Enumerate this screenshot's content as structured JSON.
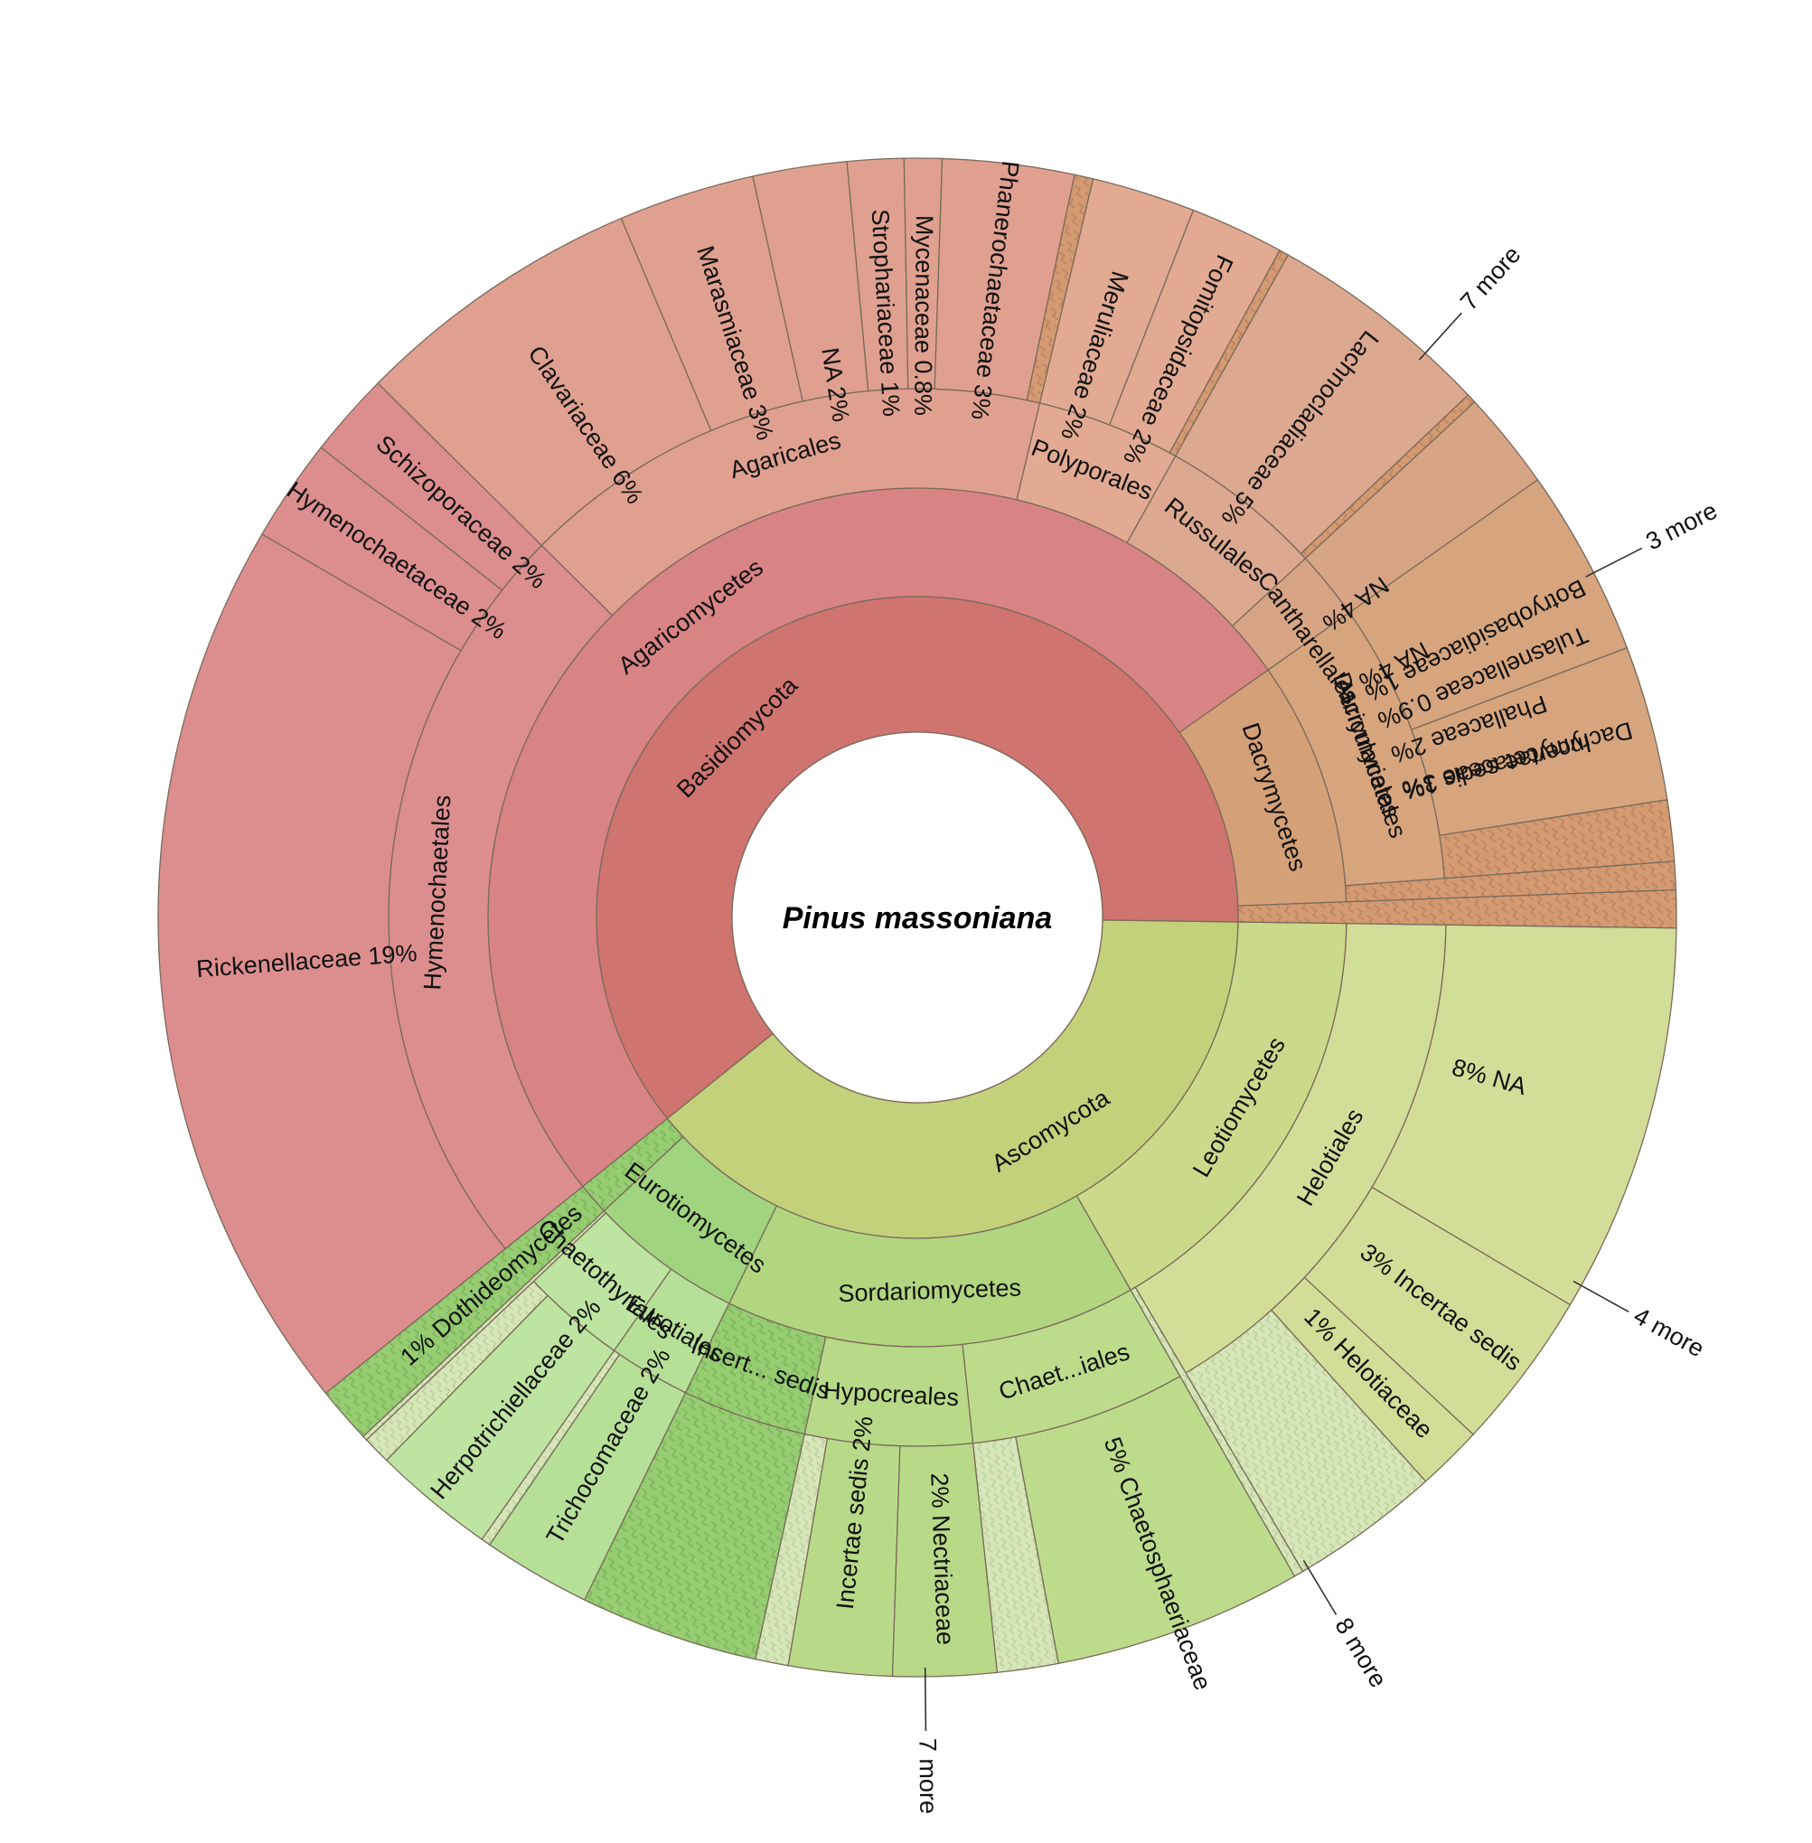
{
  "chart_data": {
    "type": "sunburst",
    "title": "Pinus massoniana",
    "phyla": [
      {
        "name": "Basidiomycota",
        "value": 61,
        "color": "#d07470",
        "classes": [
          {
            "name": "Agaricomycetes",
            "value": 51,
            "color": "#d88484",
            "orders": [
              {
                "name": "Hymenochaetales",
                "value": 23.2,
                "color": "#dc8e8e",
                "families": [
                  {
                    "name": "Rickenellaceae",
                    "pct": "19%",
                    "value": 19.2
                  },
                  {
                    "name": "Hymenochaetaceae",
                    "pct": "2%",
                    "value": 2.2
                  },
                  {
                    "name": "Schizoporaceae",
                    "pct": "2%",
                    "value": 1.8
                  }
                ]
              },
              {
                "name": "Agaricales",
                "value": 16.3,
                "color": "#e0a090",
                "families": [
                  {
                    "name": "Clavariaceae",
                    "pct": "6%",
                    "value": 6.2
                  },
                  {
                    "name": "Marasmiaceae",
                    "pct": "3%",
                    "value": 2.9
                  },
                  {
                    "name": "NA",
                    "pct": "2%",
                    "value": 2.0
                  },
                  {
                    "name": "Strophariaceae",
                    "pct": "1%",
                    "value": 1.2
                  },
                  {
                    "name": "Mycenaceae",
                    "pct": "0.8%",
                    "value": 0.8
                  },
                  {
                    "name": "Phanerochaetaceae",
                    "pct": "3%",
                    "value": 2.8
                  }
                ]
              },
              {
                "name": "Polyporales",
                "value": 4.4,
                "color": "#e2aa92",
                "families": [
                  {
                    "name": "Meruliaceae",
                    "pct": "2%",
                    "value": 2.2
                  },
                  {
                    "name": "Fomitopsidaceae",
                    "pct": "2%",
                    "value": 2.0
                  }
                ]
              },
              {
                "name": "Russulales",
                "value": 5.0,
                "color": "#dca890",
                "families": [
                  {
                    "name": "Lachnocladiaceae",
                    "pct": "5%",
                    "value": 4.8
                  }
                ]
              },
              {
                "name": "Cantharellales",
                "value": 4.0,
                "color": "#d8a486",
                "families": [
                  {
                    "name": "NA",
                    "pct": "4%",
                    "value": 3.9
                  }
                ]
              },
              {
                "name": "Auriculariales",
                "value": 4.3,
                "color": "#dca98a",
                "families": [
                  {
                    "name": "Botryobasidiaceae",
                    "pct": "1%",
                    "value": 1.0
                  },
                  {
                    "name": "Tulasnellaceae",
                    "pct": "0.9%",
                    "value": 0.9
                  },
                  {
                    "name": "Phallaceae",
                    "pct": "2%",
                    "value": 1.4
                  },
                  {
                    "name": "Incertae sedis",
                    "pct": "1%",
                    "value": 1.0
                  }
                ]
              }
            ]
          },
          {
            "name": "Dacrymycetes",
            "value": 9.2,
            "color": "#d4a078",
            "orders": [
              {
                "name": "Dacrymycetales",
                "value": 8.6,
                "color": "#d6a57e",
                "families": [
                  {
                    "name": "NA",
                    "pct": "4%",
                    "value": 4.0
                  },
                  {
                    "name": "Dacrymycetaceae",
                    "pct": "3%",
                    "value": 3.3
                  }
                ]
              }
            ]
          }
        ]
      },
      {
        "name": "Ascomycota",
        "value": 39,
        "color": "#c2d17a",
        "classes": [
          {
            "name": "Leotiomycetes",
            "value": 16.5,
            "color": "#cad98a",
            "orders": [
              {
                "name": "Helotiales",
                "value": 16.3,
                "color": "#d2de98",
                "families": [
                  {
                    "name": "NA",
                    "pct": "8%",
                    "value": 8.3
                  },
                  {
                    "name": "Incertae sedis",
                    "pct": "3%",
                    "value": 3.4
                  },
                  {
                    "name": "Helotiaceae",
                    "pct": "1%",
                    "value": 1.4
                  }
                ]
              }
            ]
          },
          {
            "name": "Sordariomycetes",
            "value": 15.5,
            "color": "#b2d680",
            "orders": [
              {
                "name": "Chaet...iales",
                "value": 6.6,
                "color": "#bcdc8c",
                "families": [
                  {
                    "name": "Chaetosphaeriaceae",
                    "pct": "5%",
                    "value": 5.3
                  }
                ]
              },
              {
                "name": "Hypocreales",
                "value": 5.1,
                "color": "#b8da88",
                "families": [
                  {
                    "name": "Nectriaceae",
                    "pct": "2%",
                    "value": 2.2
                  },
                  {
                    "name": "Incertae sedis",
                    "pct": "2%",
                    "value": 2.2
                  }
                ]
              },
              {
                "name": "Incert... sedis",
                "value": 3.8,
                "color": "#a6d07a",
                "families": []
              }
            ]
          },
          {
            "name": "Eurotiomycetes",
            "value": 5.8,
            "color": "#a0d47e",
            "orders": [
              {
                "name": "Eurotiales",
                "value": 2.5,
                "color": "#b6e098",
                "families": [
                  {
                    "name": "Trichocomaceae",
                    "pct": "2%",
                    "value": 2.3
                  }
                ]
              },
              {
                "name": "Chaetothyriales",
                "value": 3.2,
                "color": "#bde4a0",
                "families": [
                  {
                    "name": "Herpotrichiellaceae",
                    "pct": "2%",
                    "value": 2.6
                  }
                ]
              }
            ]
          },
          {
            "name": "Dothideomycetes",
            "value": 1.2,
            "color": "#8cc86a",
            "pct": "1%",
            "orders": []
          }
        ]
      }
    ],
    "more_labels": {
      "basidio_outer": "7 more",
      "dacry_outer": "3 more",
      "leotio_outer": "4 more",
      "sordario_outer": "8 more",
      "asco_end": "7 more"
    },
    "colors": {
      "basidiomycota": "#d07470",
      "ascomycota": "#c2d17a",
      "hatch_brown": "#c98f6a",
      "hatch_green": "#8cc86a",
      "teal_sliver": "#5fbf9a"
    }
  }
}
